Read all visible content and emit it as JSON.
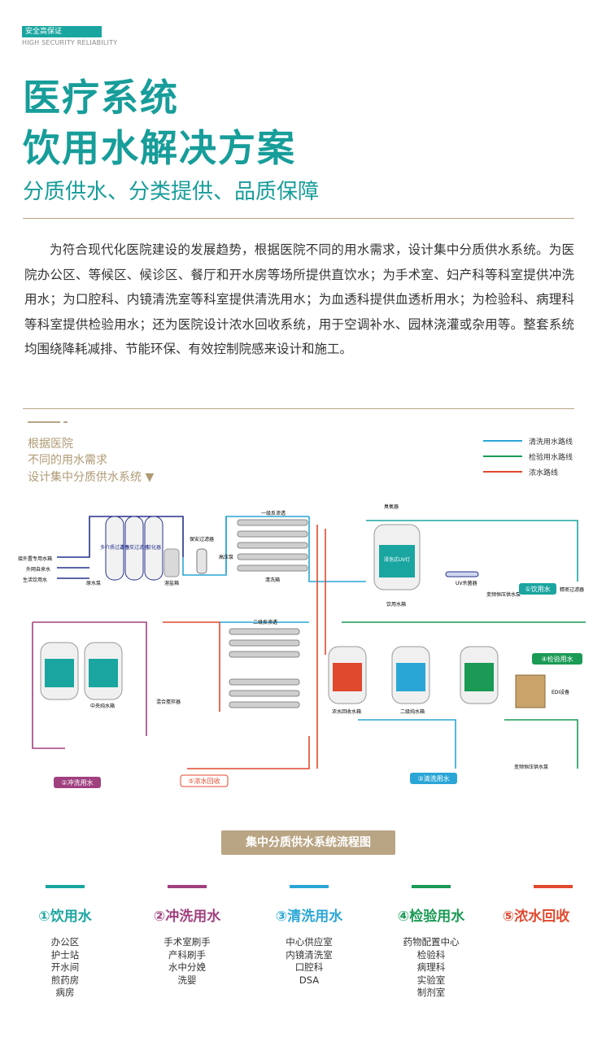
{
  "header": {
    "badge": "安全高保证",
    "badge_sub": "HIGH SECURITY RELIABILITY",
    "title_line1": "医疗系统",
    "title_line2": "饮用水解决方案",
    "subtitle": "分质供水、分类提供、品质保障"
  },
  "intro": "为符合现代化医院建设的发展趋势，根据医院不同的用水需求，设计集中分质供水系统。为医院办公区、等候区、候诊区、餐厅和开水房等场所提供直饮水；为手术室、妇产科等科室提供冲洗用水；为口腔科、内镜清洗室等科室提供清洗用水；为血透科提供血透析用水；为检验科、病理科等科室提供检验用水；还为医院设计浓水回收系统，用于空调补水、园林浇灌或杂用等。整套系统均围绕降耗减排、节能环保、有效控制院感来设计和施工。",
  "side_text": [
    "根据医院",
    "不同的用水需求",
    "设计集中分质供水系统 ▼"
  ],
  "legend": [
    {
      "label": "清洗用水路线",
      "color": "#2aa6d6"
    },
    {
      "label": "检验用水路线",
      "color": "#1a9a55"
    },
    {
      "label": "浓水路线",
      "color": "#e0492e"
    }
  ],
  "diagram": {
    "inputs": [
      "接外置专用水箱",
      "外网自来水",
      "生活饮用水"
    ],
    "labels": {
      "raw_pump": "原水泵",
      "multi_filter": "多介质过滤器",
      "carbon_filter": "活性炭过滤器",
      "softener": "软化器",
      "salt_tank": "溶盐箱",
      "security_filter": "保安过滤器",
      "hp_pump": "高压泵",
      "ro1": "一级反渗透",
      "clean_tank": "清洗箱",
      "ozone": "臭氧器",
      "uv_tank": "浸泡式UV灯",
      "drink_tank": "饮用水箱",
      "uv_sterilizer": "UV杀菌器",
      "vf_pump": "变频恒压供水泵",
      "precision_filter": "精密过滤器",
      "ro2": "二级反渗透",
      "mid_tank": "中央纯水箱",
      "mix_pump": "混合搅拌器",
      "conc_tank": "浓水回收水箱",
      "ro2_tank": "二级纯水箱",
      "edi": "EDI设备",
      "vf_pump2": "变频恒压供水泵"
    },
    "tags": {
      "drink": "①饮用水",
      "flush": "②冲洗用水",
      "clean": "③清洗用水",
      "test": "④检验用水",
      "recycle": "⑤浓水回收"
    }
  },
  "caption": "集中分质供水系统流程图",
  "categories": [
    {
      "title": "①饮用水",
      "color": "#1aa5a0",
      "items": [
        "办公区",
        "护士站",
        "开水间",
        "煎药房",
        "病房"
      ]
    },
    {
      "title": "②冲洗用水",
      "color": "#a0407f",
      "items": [
        "手术室刷手",
        "产科刷手",
        "水中分娩",
        "洗婴"
      ]
    },
    {
      "title": "③清洗用水",
      "color": "#2aa6d6",
      "items": [
        "中心供应室",
        "内镜清洗室",
        "口腔科",
        "DSA"
      ]
    },
    {
      "title": "④检验用水",
      "color": "#1a9a55",
      "items": [
        "药物配置中心",
        "检验科",
        "病理科",
        "实验室",
        "制剂室"
      ]
    },
    {
      "title": "⑤浓水回收",
      "color": "#e0492e",
      "items": []
    }
  ]
}
